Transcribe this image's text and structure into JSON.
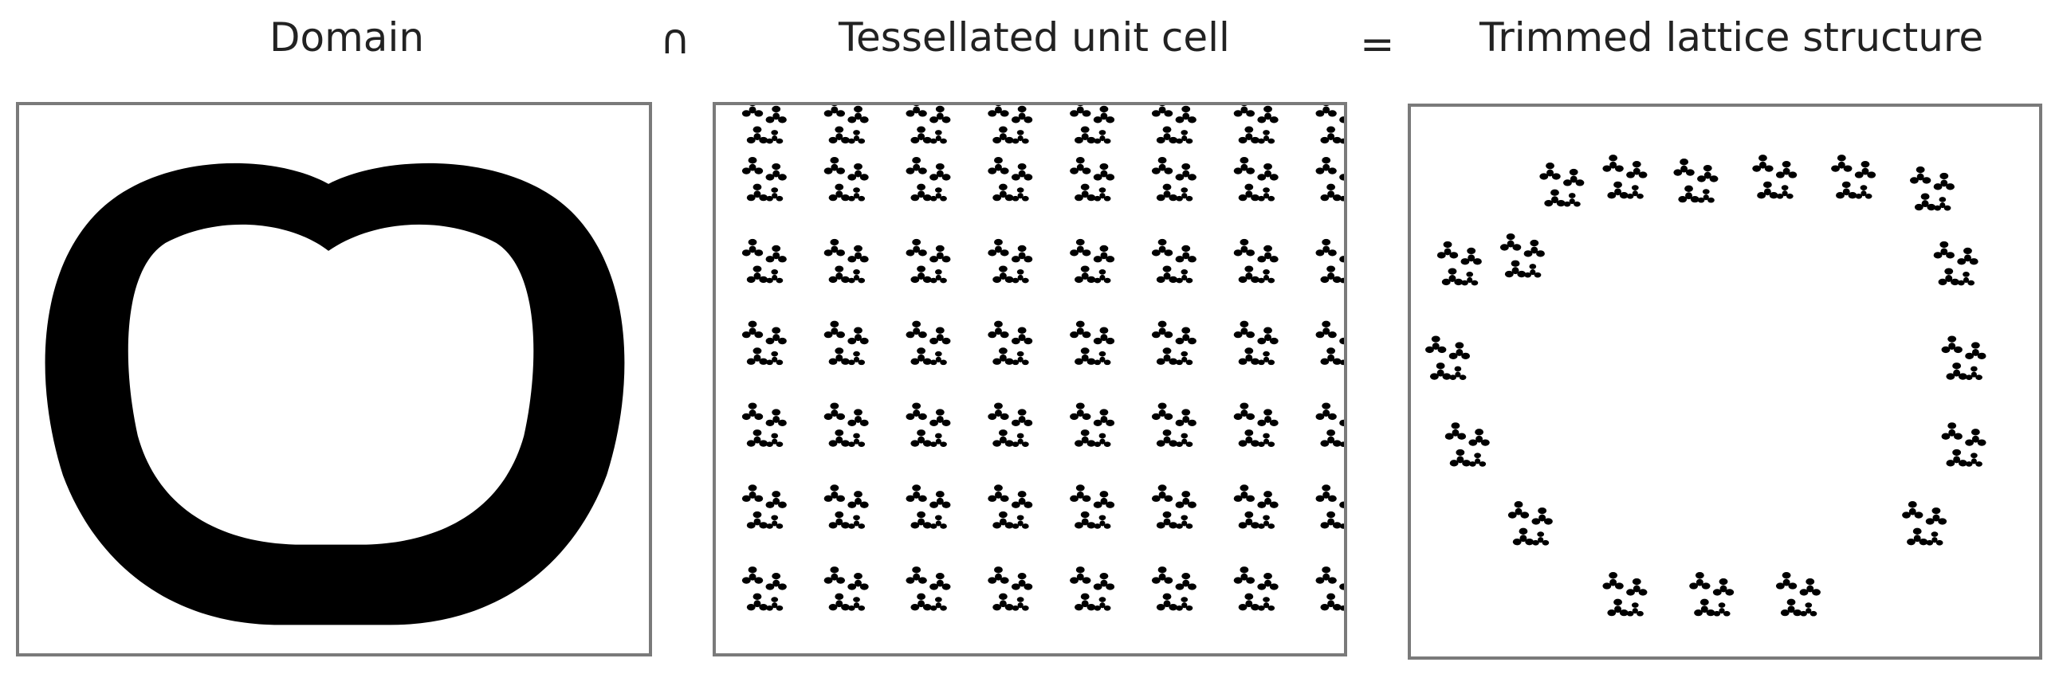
{
  "diagram": {
    "panels": [
      {
        "title": "Domain"
      },
      {
        "title": "Tessellated unit cell"
      },
      {
        "title": "Trimmed lattice structure"
      }
    ],
    "operators": {
      "intersection": "∩",
      "equals": "="
    }
  },
  "colors": {
    "ink": "#000000",
    "frame": "#7a7a7a",
    "background": "#ffffff"
  }
}
